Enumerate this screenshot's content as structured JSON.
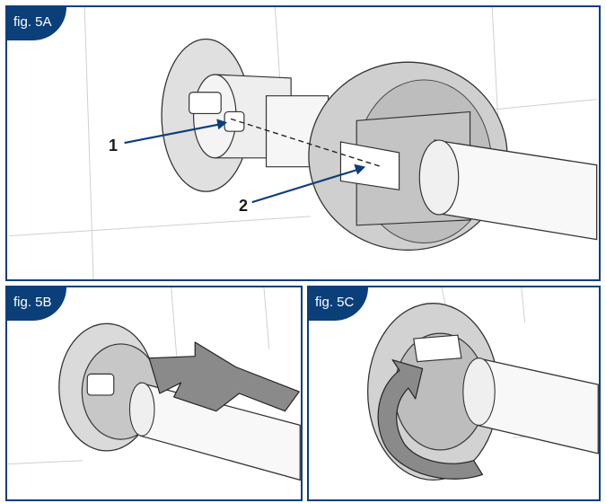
{
  "panels": {
    "a": {
      "label": "fig. 5A"
    },
    "b": {
      "label": "fig. 5B"
    },
    "c": {
      "label": "fig. 5C"
    }
  },
  "callouts": {
    "one": "1",
    "two": "2"
  },
  "colors": {
    "frame": "#0b3f7a",
    "callout_arrow": "#0b3f7a",
    "part_fill": "#d9d9d9",
    "part_shade": "#b8b8b8",
    "action_arrow": "#8a8a8a"
  }
}
